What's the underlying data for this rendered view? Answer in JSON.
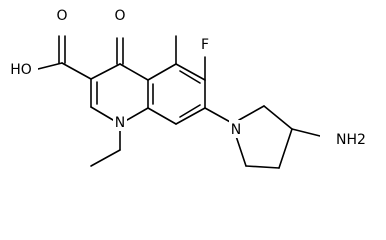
{
  "colors": {
    "background": "#ffffff",
    "bond": "#000000",
    "text": "#000000"
  },
  "atoms": {
    "hydroxyl": "HO",
    "carbonyl_oxygen": "O",
    "ketone_oxygen": "O",
    "fluorine": "F",
    "ring_nitrogen": "N",
    "pyrrolidine_nitrogen": "N",
    "amine": "NH2"
  }
}
